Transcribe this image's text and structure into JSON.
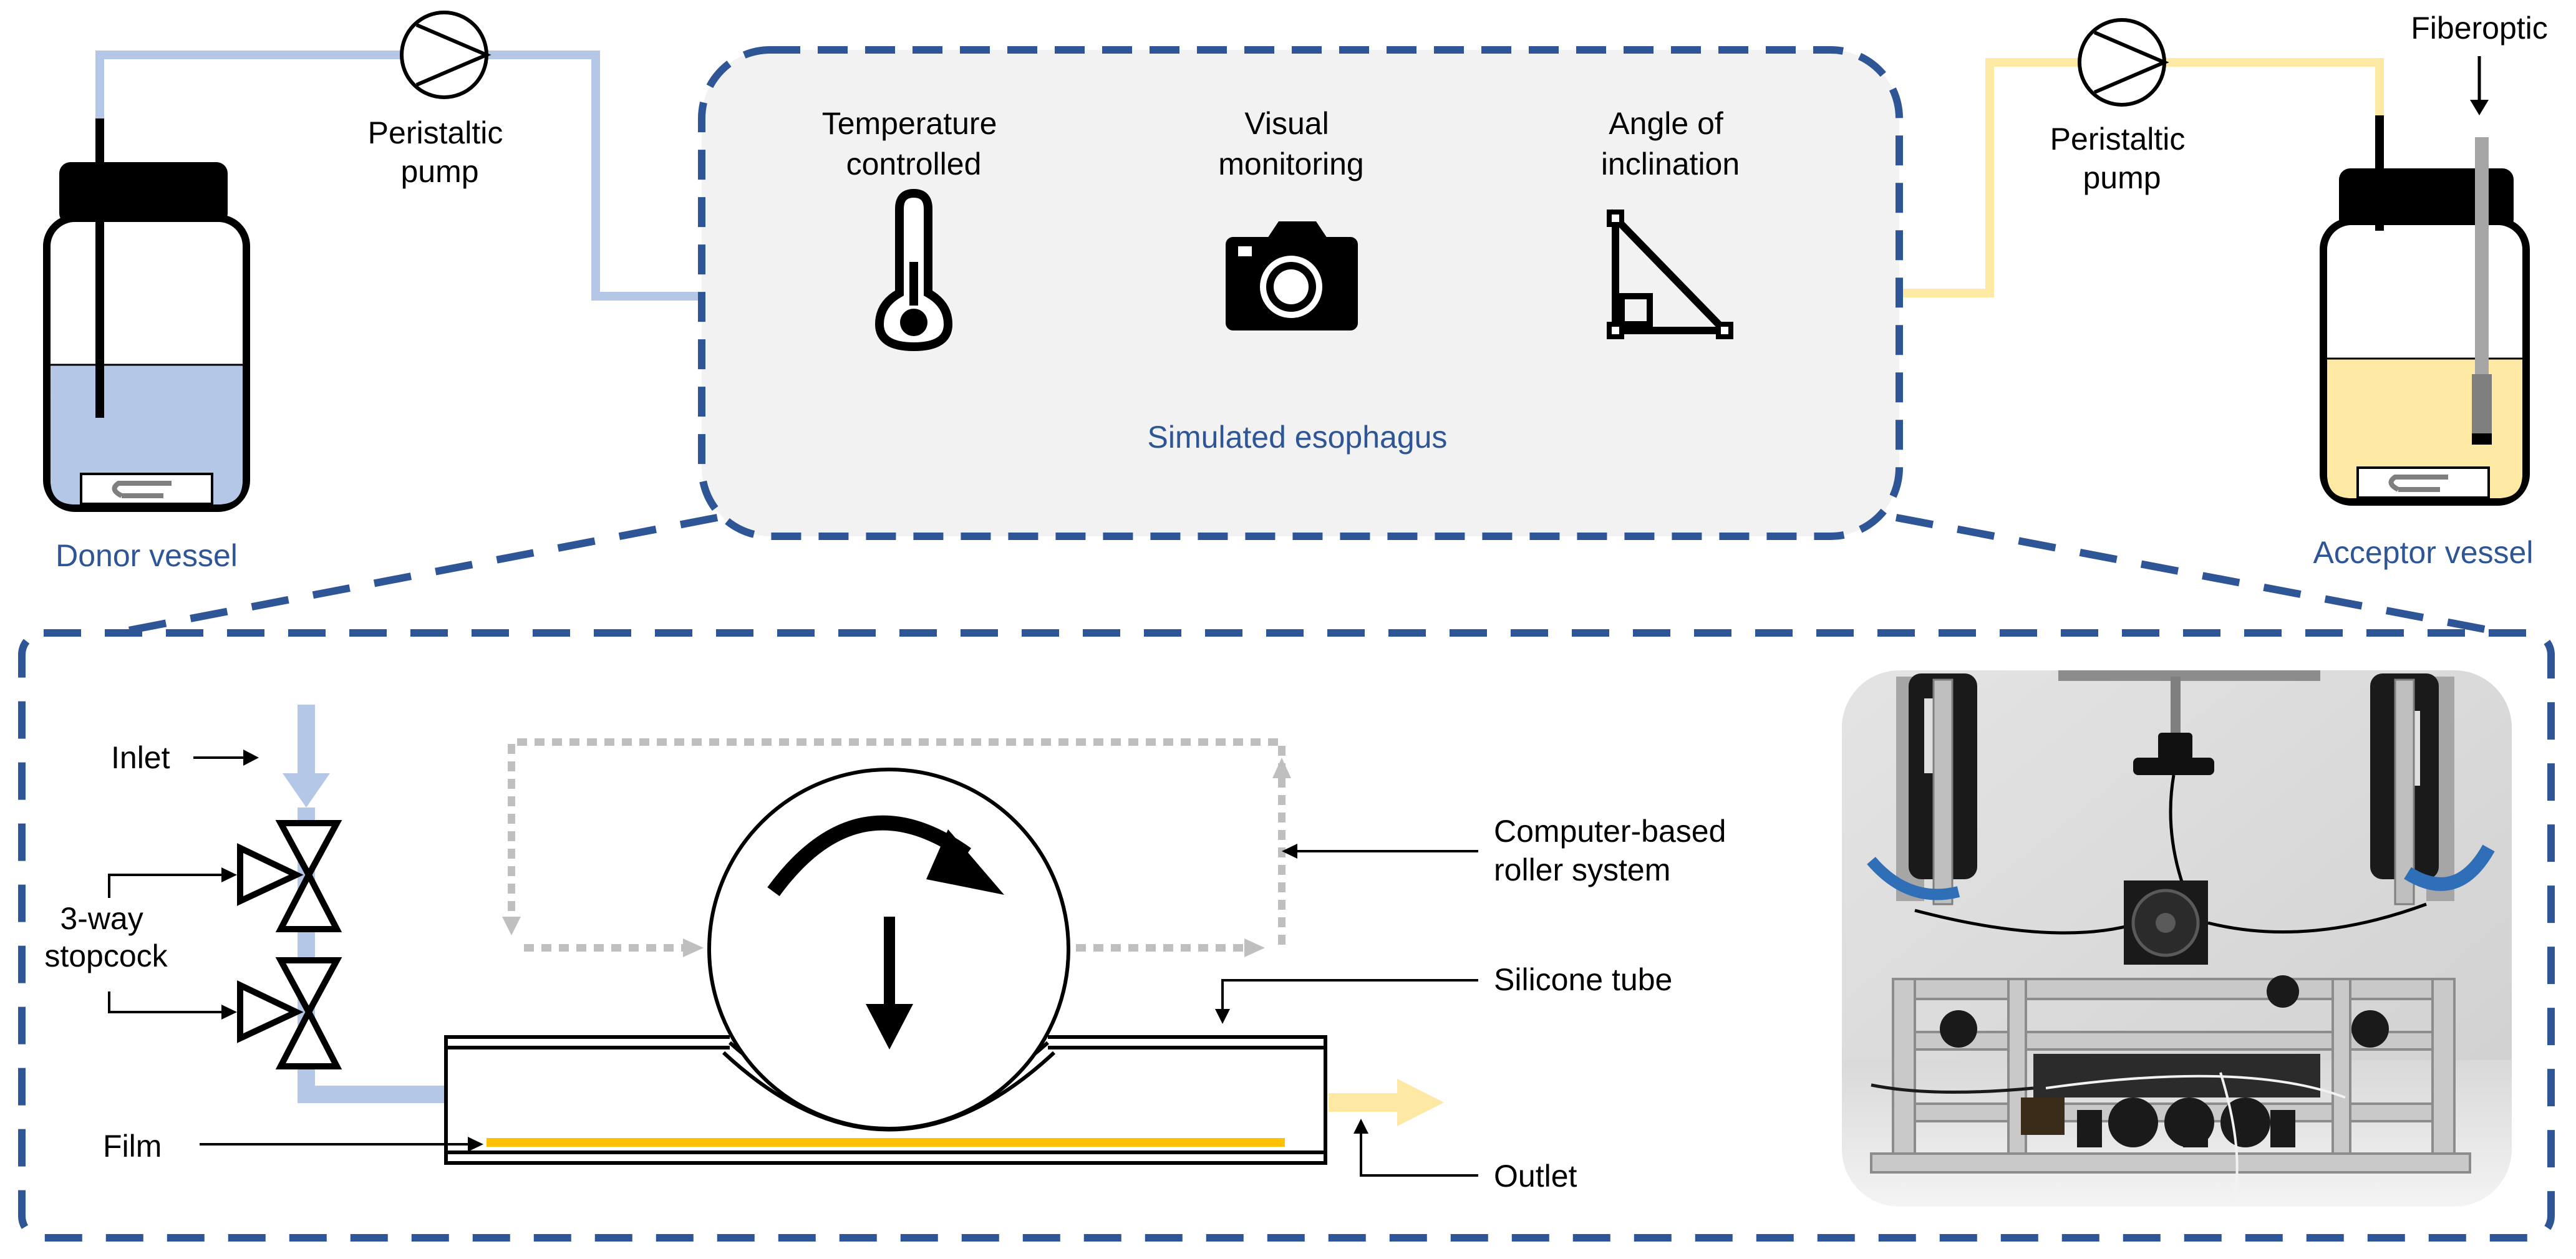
{
  "colors": {
    "frame_blue": "#2e5596",
    "donor_liquid": "#b4c7e7",
    "acceptor_liquid": "#fde9a3",
    "film_orange": "#ffc000",
    "panel_gray": "#f2f2f2",
    "arrow_gray": "#bfbfbf"
  },
  "top": {
    "pump_left_label": [
      "Peristaltic",
      "pump"
    ],
    "pump_right_label": [
      "Peristaltic",
      "pump"
    ],
    "donor_label": "Donor vessel",
    "acceptor_label": "Acceptor vessel",
    "fiberoptic_label": "Fiberoptic",
    "center": {
      "title": "Simulated esophagus",
      "features": [
        {
          "lines": [
            "Temperature",
            "controlled"
          ],
          "icon": "thermometer-icon"
        },
        {
          "lines": [
            "Visual",
            "monitoring"
          ],
          "icon": "camera-icon"
        },
        {
          "lines": [
            "Angle of",
            "inclination"
          ],
          "icon": "set-square-icon"
        }
      ]
    }
  },
  "bottom": {
    "inlet_label": "Inlet",
    "stopcock_label": [
      "3-way",
      "stopcock"
    ],
    "film_label": "Film",
    "roller_label": [
      "Computer-based",
      "roller system"
    ],
    "tube_label": "Silicone tube",
    "outlet_label": "Outlet"
  }
}
